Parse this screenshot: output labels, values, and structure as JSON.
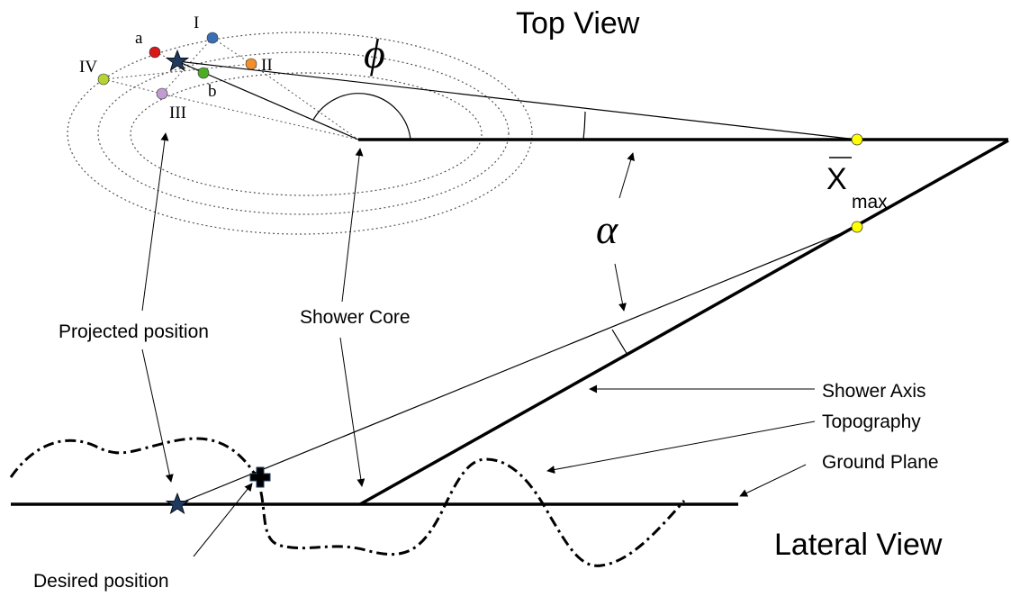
{
  "titles": {
    "top": "Top View",
    "lateral": "Lateral View"
  },
  "labels": {
    "projected_position": "Projected position",
    "shower_core": "Shower Core",
    "shower_axis": "Shower Axis",
    "topography": "Topography",
    "ground_plane": "Ground Plane",
    "desired_position": "Desired position"
  },
  "symbols": {
    "phi": "ϕ",
    "alpha": "α",
    "xmax_main": "X",
    "xmax_sub": "max"
  },
  "points": {
    "a": "a",
    "b": "b",
    "I": "I",
    "II": "II",
    "III": "III",
    "IV": "IV"
  },
  "colors": {
    "a": "#d7191c",
    "b": "#4dac26",
    "I": "#3a6fb5",
    "II": "#f28e2b",
    "III": "#c39bd3",
    "IV": "#b5d334",
    "xmax_marker": "#ffff00",
    "star": "#1f3a5f"
  },
  "icons": {
    "projected": "star-icon",
    "desired": "cross-icon"
  }
}
